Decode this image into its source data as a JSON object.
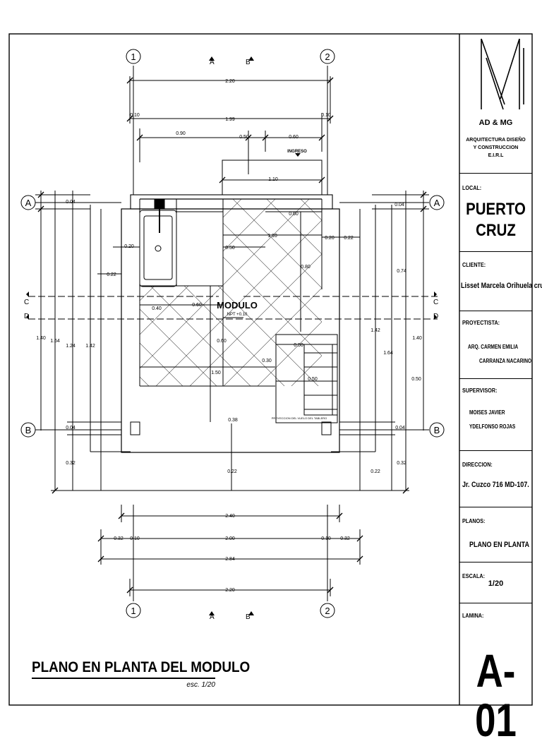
{
  "title_block": {
    "logo_name": "AD & MG",
    "company_line1": "ARQUITECTURA DISEÑO",
    "company_line2": "Y CONSTRUCCION",
    "company_line3": "E.I.R.L",
    "local_label": "LOCAL:",
    "local_line1": "PUERTO",
    "local_line2": "CRUZ",
    "cliente_label": "CLIENTE:",
    "cliente_value": "Lisset Marcela Orihuela cruz",
    "proyectista_label": "PROYECTISTA:",
    "proyectista_line1": "ARQ. CARMEN EMILIA",
    "proyectista_line2": "CARRANZA NACARINO",
    "supervisor_label": "SUPERVISOR:",
    "supervisor_line1": "MOISES JAVIER",
    "supervisor_line2": "YDELFONSO ROJAS",
    "direccion_label": "DIRECCION:",
    "direccion_value": "Jr. Cuzco 716 MD-107.",
    "planos_label": "PLANOS:",
    "planos_value": "PLANO EN PLANTA",
    "escala_label": "ESCALA:",
    "escala_value": "1/20",
    "lamina_label": "LAMINA:",
    "lamina_value": "A-01"
  },
  "drawing": {
    "title": "PLANO EN PLANTA DEL MODULO",
    "scale_note": "esc. 1/20",
    "module_label": "MODULO",
    "npt_label": "NPT +0.10",
    "entrance_label": "INGRESO",
    "projection_note": "PROYECCION DEL VUELO DEL TABLERO",
    "axes": {
      "axis_1": "1",
      "axis_2": "2",
      "axis_a": "A",
      "axis_b": "B",
      "cut_a": "A",
      "cut_b": "B",
      "cut_c": "C",
      "cut_d": "D"
    },
    "dims": {
      "top_220": "2.20",
      "top_199": "1.99",
      "top_010_l": "0.10",
      "top_010_r": "0.10",
      "top_090": "0.90",
      "top_050": "0.50",
      "top_060": "0.60",
      "top_110": "1.10",
      "in_060": "0.60",
      "in_110": "1.10",
      "in_050": "0.50",
      "in_080": "0.80",
      "in_040": "0.40",
      "in_060b": "0.60",
      "in_060c": "0.60",
      "in_150": "1.50",
      "in_030": "0.30",
      "in_050b": "0.50",
      "in_050c": "0.50",
      "in_038": "0.38",
      "l_004": "0.04",
      "l_020": "0.20",
      "l_022": "0.22",
      "l_140": "1.40",
      "l_164": "1.64",
      "l_124": "1.24",
      "l_142": "1.42",
      "l_004b": "0.04",
      "l_032": "0.32",
      "r_004": "0.04",
      "r_020": "0.20",
      "r_022": "0.22",
      "r_074": "0.74",
      "r_142": "1.42",
      "r_140": "1.40",
      "r_164": "1.64",
      "r_050": "0.50",
      "r_004b": "0.04",
      "r_032": "0.32",
      "r_022b": "0.22",
      "c_022": "0.22",
      "b_240": "2.40",
      "b_032_l": "0.32",
      "b_010_l": "0.10",
      "b_200": "2.00",
      "b_010_r": "0.10",
      "b_032_r": "0.32",
      "b_284": "2.84",
      "b_220": "2.20"
    }
  }
}
